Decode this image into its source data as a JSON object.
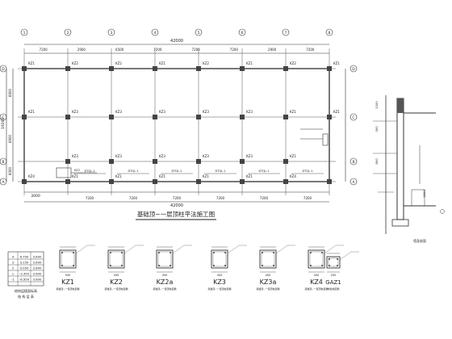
{
  "plan": {
    "title": "基础顶~一层顶柱平法施工图",
    "total_dimension": "42000",
    "col_axis_labels": [
      "1",
      "2",
      "3",
      "4",
      "5",
      "6",
      "7",
      "8"
    ],
    "row_axis_labels": [
      "D",
      "C",
      "B",
      "A"
    ],
    "top_spans": [
      "7200",
      "2900",
      "6500",
      "7200",
      "7200",
      "7200",
      "2900",
      "7200"
    ],
    "bottom_spans": [
      "7200",
      "7200",
      "7200",
      "7200",
      "7200",
      "7200"
    ],
    "left_spans": [
      "6600",
      "6600",
      "6000"
    ],
    "left_total": "19200",
    "column_tags": [
      "KZ1",
      "KZ2",
      "KZ2",
      "KZ1",
      "KZ2",
      "KZ1",
      "KZ2",
      "KZ1"
    ],
    "mid_column_tags": [
      "KZ1",
      "KZ3",
      "KZ3",
      "KZ3",
      "KZ3",
      "KZ3",
      "KZ1",
      "KZ1"
    ],
    "bottom_column_tags": [
      "KZ4",
      "KZ1",
      "KZ1",
      "KZ1",
      "KZ1",
      "KZ1",
      "KZ4"
    ],
    "beam_tags": [
      "DTQL-1",
      "DTQL-1",
      "DTQL-1",
      "DTQL-1",
      "DTQL-1",
      "DTQL-1"
    ],
    "note_left": "KZ2",
    "bottom_left_dim": "3000"
  },
  "section": {
    "dims": [
      "1200",
      "300",
      "800",
      "3600"
    ],
    "label": "墙身剖面"
  },
  "legend_table": {
    "rows": [
      [
        "4",
        "6.700",
        "3.600"
      ],
      [
        "3",
        "3.150",
        "3.600"
      ],
      [
        "2",
        "0.050",
        "3.600"
      ],
      [
        "1",
        "-3.350",
        "3.600"
      ],
      [
        "-1",
        "-6.950",
        "3.600"
      ]
    ],
    "caption": "结构层楼面标高",
    "caption2": "结 构 层 高"
  },
  "details": [
    {
      "name": "KZ1",
      "dim": "500",
      "note": "基础顶~一层顶柱配筋"
    },
    {
      "name": "KZ2",
      "dim": "450",
      "note": "基础顶~一层顶柱配筋"
    },
    {
      "name": "KZ2a",
      "dim": "450",
      "note": "基础顶~一层顶柱配筋"
    },
    {
      "name": "KZ3",
      "dim": "400",
      "note": "基础顶~一层顶柱配筋"
    },
    {
      "name": "KZ3a",
      "dim": "400",
      "note": "基础顶~一层顶柱配筋"
    },
    {
      "name": "KZ4",
      "dim": "400",
      "note": "基础顶~一层顶柱配筋"
    },
    {
      "name": "GAZ1",
      "dim": "200",
      "note": "构造柱配筋"
    }
  ],
  "colors": {
    "line": "#333333",
    "ink": "#222222",
    "fill": "#555555"
  }
}
